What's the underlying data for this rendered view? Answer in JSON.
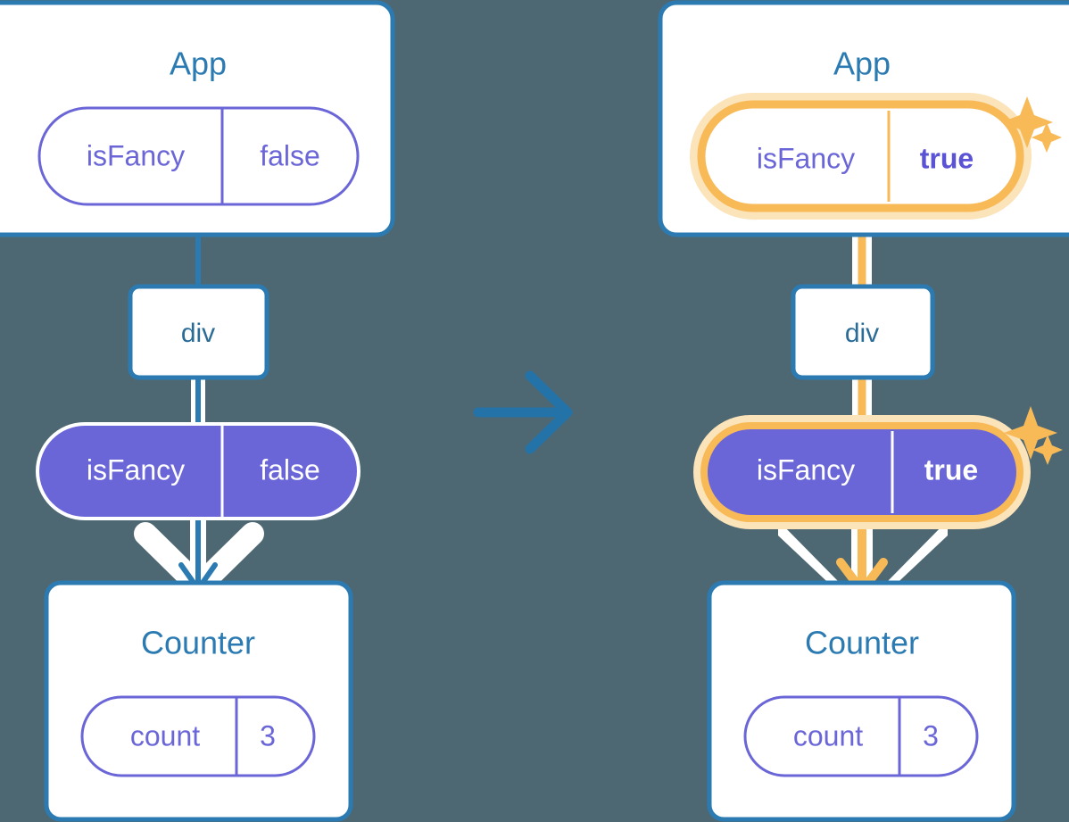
{
  "diagram": {
    "type": "react-state-propagation",
    "background_color": "#4d6873",
    "accent_blue": "#2b7bb2",
    "accent_purple": "#6b66d8",
    "highlight_orange": "#f8b957",
    "highlight_orange_soft": "#fbe3ba",
    "transition_arrow": "arrow-right-icon"
  },
  "left": {
    "app": {
      "title": "App",
      "pill": {
        "key": "isFancy",
        "value": "false",
        "style": "outline",
        "highlighted": false
      }
    },
    "div": {
      "label": "div"
    },
    "prop_pill": {
      "key": "isFancy",
      "value": "false",
      "style": "filled",
      "highlighted": false
    },
    "counter": {
      "title": "Counter",
      "pill": {
        "key": "count",
        "value": "3",
        "style": "outline",
        "highlighted": false
      }
    }
  },
  "right": {
    "app": {
      "title": "App",
      "pill": {
        "key": "isFancy",
        "value": "true",
        "style": "outline",
        "highlighted": true
      },
      "sparkles": "sparkles-icon"
    },
    "div": {
      "label": "div"
    },
    "prop_pill": {
      "key": "isFancy",
      "value": "true",
      "style": "filled",
      "highlighted": true,
      "sparkles": "sparkles-icon"
    },
    "counter": {
      "title": "Counter",
      "pill": {
        "key": "count",
        "value": "3",
        "style": "outline",
        "highlighted": false
      }
    }
  }
}
